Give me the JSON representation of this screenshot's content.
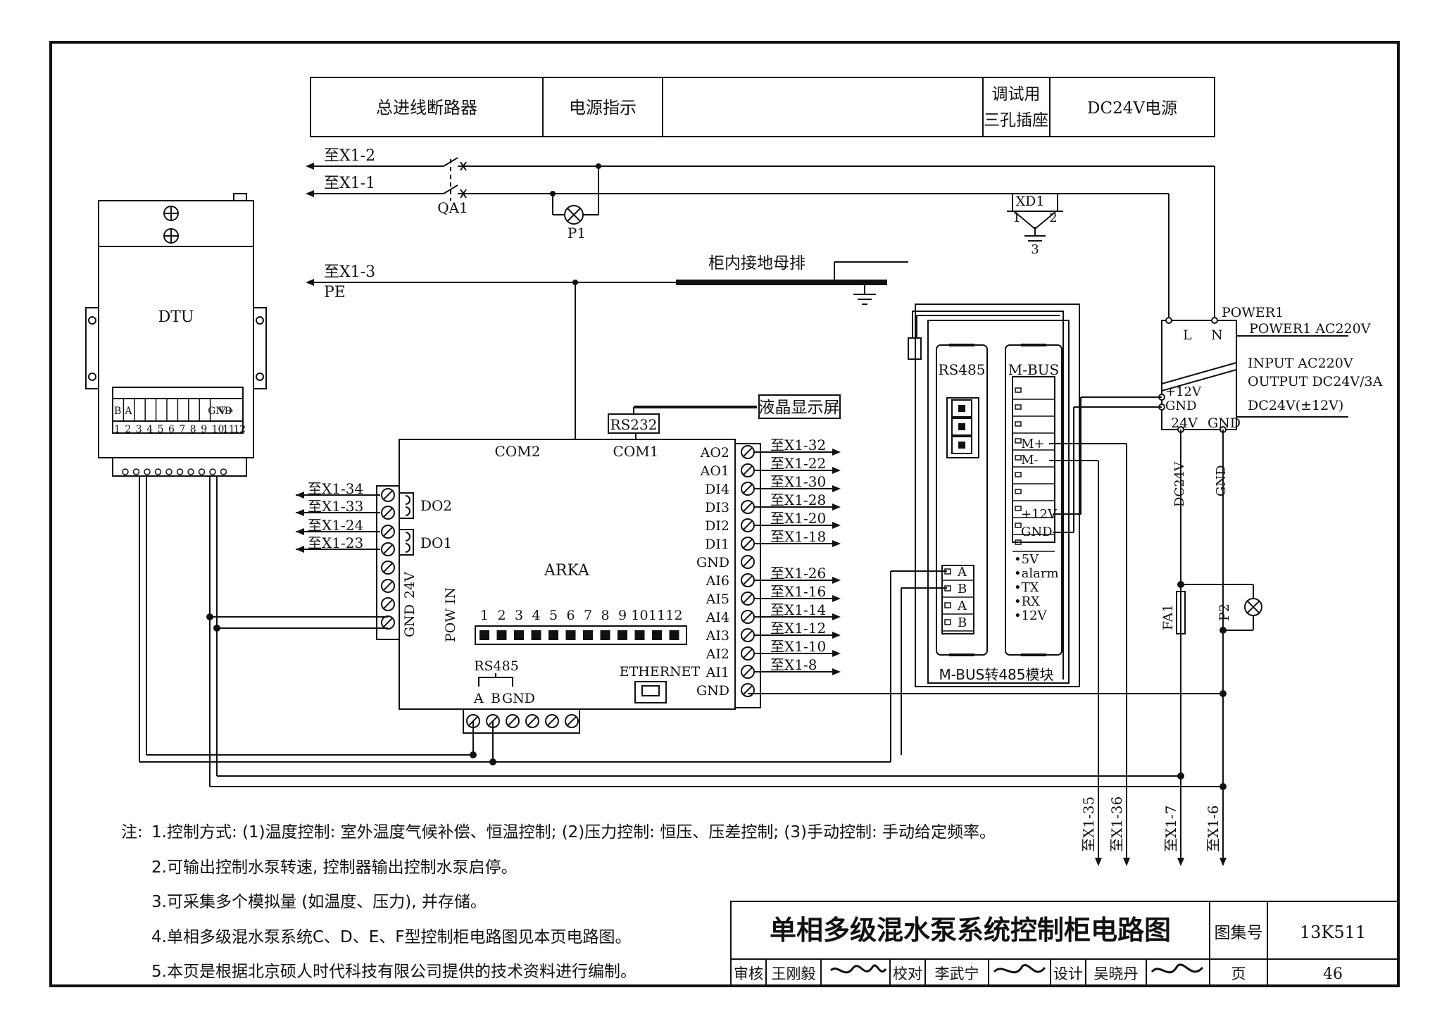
{
  "top_table": {
    "breaker": "总进线断路器",
    "power_indicator": "电源指示",
    "debug_socket_line1": "调试用",
    "debug_socket_line2": "三孔插座",
    "dc_supply": "DC24V电源"
  },
  "wiring_labels": {
    "to_x1_2": "至X1-2",
    "to_x1_1": "至X1-1",
    "to_x1_3": "至X1-3",
    "pe": "PE",
    "qa1": "QA1",
    "p1": "P1",
    "xd1": "XD1",
    "xd1_pin1": "1",
    "xd1_pin2": "2",
    "xd1_pin3": "3",
    "ground_bar": "柜内接地母排",
    "lcd": "液晶显示屏",
    "rs232": "RS232"
  },
  "dtu": {
    "title": "DTU",
    "terminal_top": [
      "B",
      "A",
      "",
      "",
      "",
      "",
      "",
      "",
      "GND",
      "V+"
    ],
    "terminal_numbers": [
      "1",
      "2",
      "3",
      "4",
      "5",
      "6",
      "7",
      "8",
      "9",
      "10",
      "11",
      "12"
    ]
  },
  "arka": {
    "title": "ARKA",
    "com2": "COM2",
    "com1": "COM1",
    "left_pins": [
      "至X1-34",
      "至X1-33",
      "至X1-24",
      "至X1-23"
    ],
    "do2": "DO2",
    "do1": "DO1",
    "power_24v": "24V",
    "power_gnd": "GND",
    "pow": "POW",
    "in": "IN",
    "right_ports": [
      "AO2",
      "AO1",
      "DI4",
      "DI3",
      "DI2",
      "DI1",
      "GND",
      "AI6",
      "AI5",
      "AI4",
      "AI3",
      "AI2",
      "AI1",
      "GND"
    ],
    "right_targets": [
      "至X1-32",
      "至X1-22",
      "至X1-30",
      "至X1-28",
      "至X1-20",
      "至X1-18",
      "",
      "至X1-26",
      "至X1-16",
      "至X1-14",
      "至X1-12",
      "至X1-10",
      "至X1-8",
      ""
    ],
    "io_numbers": [
      "1",
      "2",
      "3",
      "4",
      "5",
      "6",
      "7",
      "8",
      "9",
      "10",
      "11",
      "12"
    ],
    "rs485": "RS485",
    "rs485_a": "A",
    "rs485_b": "B",
    "rs485_gnd": "GND",
    "ethernet": "ETHERNET"
  },
  "mbus_module": {
    "rs485": "RS485",
    "mbus": "M-BUS",
    "m_plus": "M+",
    "m_minus": "M-",
    "plus12v": "+12V",
    "gnd": "GND",
    "ab_labels": [
      "A",
      "B",
      "A",
      "B"
    ],
    "status": [
      "•5V",
      "•alarm",
      "•TX",
      "•RX",
      "•12V"
    ],
    "caption": "M-BUS转485模块"
  },
  "power": {
    "name": "POWER1",
    "ac": "POWER1 AC220V",
    "l": "L",
    "n": "N",
    "input": "INPUT AC220V",
    "output": "OUTPUT DC24V/3A",
    "dc": "DC24V(±12V)",
    "plus12v": "+12V",
    "gnd_small": "GND",
    "v24": "24V",
    "gnd": "GND",
    "dc24v_vertical": "DC24V",
    "gnd_vertical": "GND",
    "fa1": "FA1",
    "p2": "P2"
  },
  "bottom_targets": [
    "至X1-35",
    "至X1-36",
    "至X1-7",
    "至X1-6"
  ],
  "notes": {
    "prefix": "注:",
    "items": [
      "1.控制方式: (1)温度控制: 室外温度气候补偿、恒温控制; (2)压力控制: 恒压、压差控制; (3)手动控制: 手动给定频率。",
      "2.可输出控制水泵转速, 控制器输出控制水泵启停。",
      "3.可采集多个模拟量 (如温度、压力), 并存储。",
      "4.单相多级混水泵系统C、D、E、F型控制柜电路图见本页电路图。",
      "5.本页是根据北京硕人时代科技有限公司提供的技术资料进行编制。"
    ]
  },
  "title_block": {
    "title": "单相多级混水泵系统控制柜电路图",
    "atlas_label": "图集号",
    "atlas_no": "13K511",
    "review_label": "审核",
    "review_name": "王刚毅",
    "check_label": "校对",
    "check_name": "李武宁",
    "design_label": "设计",
    "design_name": "吴晓丹",
    "page_label": "页",
    "page_no": "46"
  }
}
